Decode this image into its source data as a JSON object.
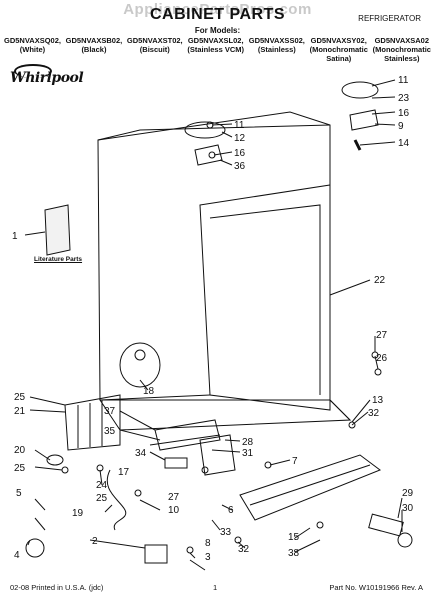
{
  "watermark": "AppliancePartsPros.com",
  "header": {
    "title": "CABINET PARTS",
    "category": "REFRIGERATOR",
    "for_models": "For Models:"
  },
  "models": [
    {
      "code": "GD5NVAXSQ02,",
      "finish": "(White)"
    },
    {
      "code": "GD5NVAXSB02,",
      "finish": "(Black)"
    },
    {
      "code": "GD5NVAXST02,",
      "finish": "(Biscuit)"
    },
    {
      "code": "GD5NVAXSL02,",
      "finish": "(Stainless VCM)"
    },
    {
      "code": "GD5NVAXSS02,",
      "finish": "(Stainless)"
    },
    {
      "code": "GD5NVAXSY02,",
      "finish": "(Monochromatic\nSatina)"
    },
    {
      "code": "GD5NVAXSA02",
      "finish": "(Monochromatic\nStainless)"
    }
  ],
  "brand": "Whirlpool",
  "literature_label": "Literature Parts",
  "callouts": [
    "11",
    "23",
    "16",
    "9",
    "14",
    "11",
    "12",
    "16",
    "36",
    "1",
    "22",
    "27",
    "26",
    "18",
    "25",
    "21",
    "13",
    "32",
    "37",
    "35",
    "28",
    "20",
    "34",
    "31",
    "25",
    "17",
    "7",
    "24",
    "27",
    "5",
    "25",
    "10",
    "29",
    "19",
    "6",
    "30",
    "2",
    "33",
    "8",
    "4",
    "3",
    "32",
    "15",
    "38"
  ],
  "footer": {
    "left": "02-08 Printed in U.S.A. (jdc)",
    "page": "1",
    "right": "Part No. W10191966 Rev. A"
  },
  "colors": {
    "line": "#111111",
    "watermark": "#c9c9c9"
  }
}
